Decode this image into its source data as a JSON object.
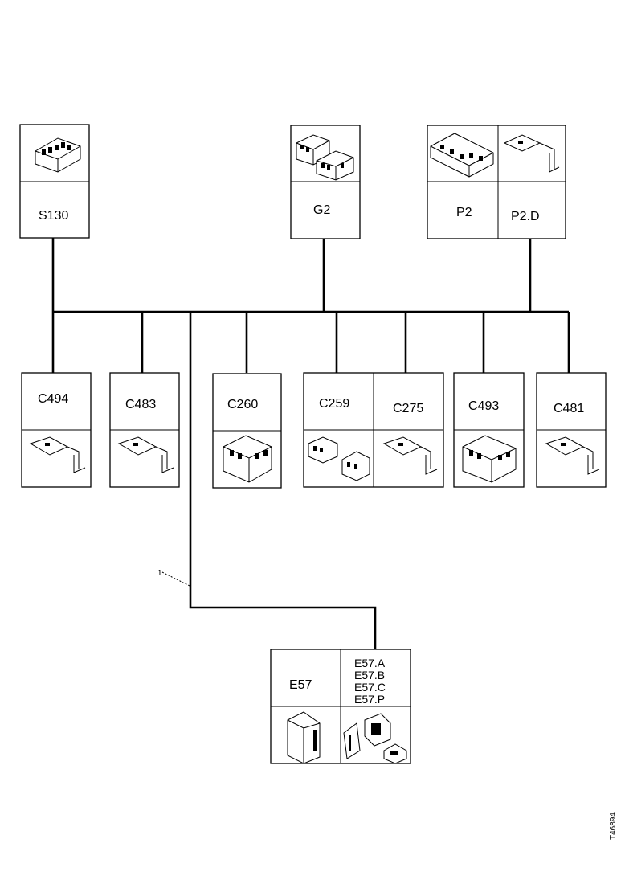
{
  "components": {
    "s130": {
      "label": "S130"
    },
    "g2": {
      "label": "G2"
    },
    "p2": {
      "label": "P2"
    },
    "p2d": {
      "label": "P2.D"
    },
    "c494": {
      "label": "C494"
    },
    "c483": {
      "label": "C483"
    },
    "c260": {
      "label": "C260"
    },
    "c259": {
      "label": "C259"
    },
    "c275": {
      "label": "C275"
    },
    "c493": {
      "label": "C493"
    },
    "c481": {
      "label": "C481"
    },
    "e57": {
      "label": "E57"
    },
    "e57_variants": [
      "E57.A",
      "E57.B",
      "E57.C",
      "E57.P"
    ]
  },
  "callout": {
    "label": "1"
  },
  "figure_ref": "T46894"
}
